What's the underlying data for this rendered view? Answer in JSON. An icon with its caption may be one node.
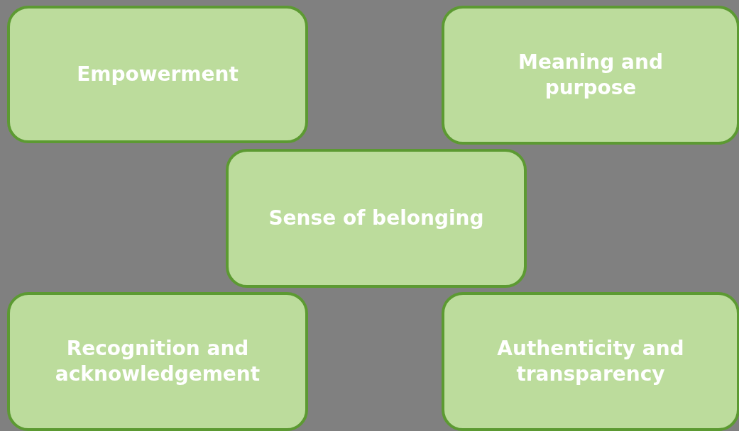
{
  "diagram": {
    "nodes": [
      {
        "text": [
          "Empowerment"
        ]
      },
      {
        "text": [
          "Meaning and purpose"
        ]
      },
      {
        "text": [
          "Sense of belonging"
        ]
      },
      {
        "text": [
          "Recognition and acknowledgement"
        ]
      },
      {
        "text": [
          "Authenticity and transparency"
        ]
      }
    ]
  }
}
